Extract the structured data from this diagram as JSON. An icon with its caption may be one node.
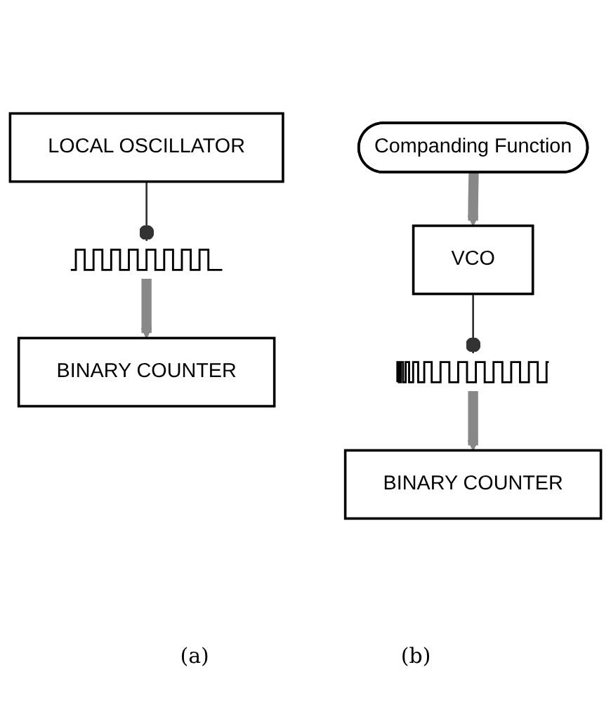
{
  "diagram": {
    "nodes": [
      {
        "text": [
          "LOCAL OSCILLATOR"
        ]
      },
      {
        "text": [],
        "shape": "picture"
      },
      {
        "text": [
          "BINARY COUNTER"
        ]
      },
      {
        "text": [
          "Companding Function"
        ]
      },
      {
        "text": [
          "VCO"
        ]
      },
      {
        "text": [],
        "shape": "picture"
      },
      {
        "text": [
          "BINARY COUNTER"
        ]
      }
    ],
    "edges": [
      {
        "from": 0,
        "to": 1,
        "arrow": "other"
      },
      {
        "from": 1,
        "to": 2,
        "arrow": "to"
      },
      {
        "from": 3,
        "to": 4,
        "arrow": "to"
      },
      {
        "from": 4,
        "to": 5,
        "arrow": "other"
      },
      {
        "from": 5,
        "to": 6,
        "arrow": "to"
      }
    ],
    "labels": [
      "(a)",
      "(b)"
    ]
  }
}
